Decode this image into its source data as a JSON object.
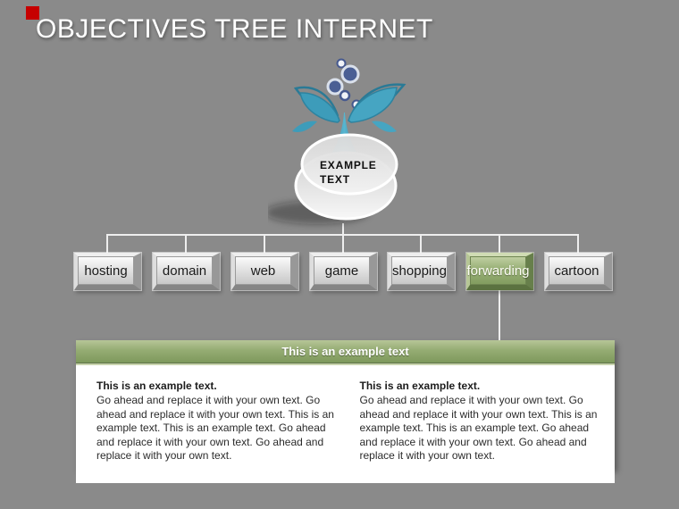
{
  "slide": {
    "title": "OBJECTIVES TREE INTERNET"
  },
  "root": {
    "label_line1": "EXAMPLE",
    "label_line2": "TEXT"
  },
  "nodes": [
    {
      "label": "hosting",
      "highlighted": false
    },
    {
      "label": "domain",
      "highlighted": false
    },
    {
      "label": "web",
      "highlighted": false
    },
    {
      "label": "game",
      "highlighted": false
    },
    {
      "label": "shopping",
      "highlighted": false
    },
    {
      "label": "forwarding",
      "highlighted": true
    },
    {
      "label": "cartoon",
      "highlighted": false
    }
  ],
  "panel": {
    "header": "This is an example text",
    "columns": [
      {
        "heading": "This is an example text.",
        "body": "Go ahead and replace it with your own text. Go ahead and replace it with your own text. This is an example text. This is an example text. Go ahead and replace it with your own text. Go ahead and replace it with your own text."
      },
      {
        "heading": "This is an example text.",
        "body": "Go ahead and replace it with your own text. Go ahead and replace it with your own text. This is an example text. This is an example text. Go ahead and replace it with your own text. Go ahead and replace it with your own text."
      }
    ]
  },
  "icons": {
    "sprout": "sprout-leaves-icon",
    "bubbles": "bubbles-icon",
    "pot": "pot-disc"
  },
  "colors": {
    "background": "#8a8a8a",
    "title_text": "#ffffff",
    "marker_red": "#c60000",
    "accent_green": "#8ba368",
    "node_gray": "#d9d9d9",
    "node_green": "#9cb37b",
    "connector": "#eeeeee",
    "leaf_teal": "#46a5c2",
    "bubble_blue": "#4a5f94",
    "panel_body": "#ffffff"
  }
}
